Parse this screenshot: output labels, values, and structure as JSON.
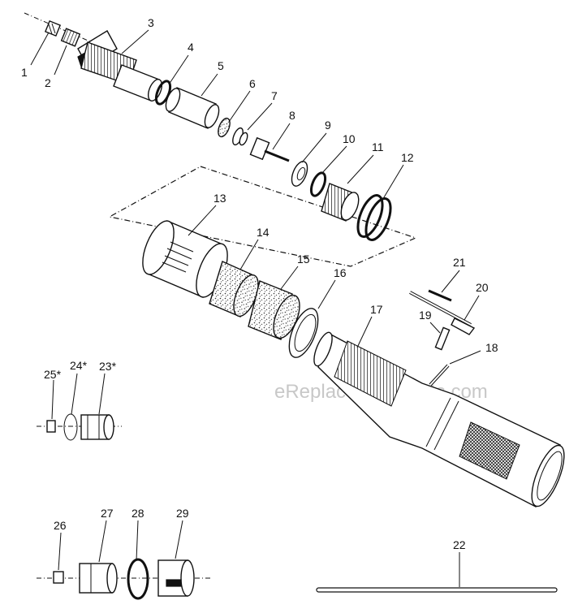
{
  "watermark": "eReplacementParts.com",
  "callouts": [
    "1",
    "2",
    "3",
    "4",
    "5",
    "6",
    "7",
    "8",
    "9",
    "10",
    "11",
    "12",
    "13",
    "14",
    "15",
    "16",
    "17",
    "18",
    "19",
    "20",
    "21",
    "22",
    "23*",
    "24*",
    "25*",
    "26",
    "27",
    "28",
    "29"
  ]
}
